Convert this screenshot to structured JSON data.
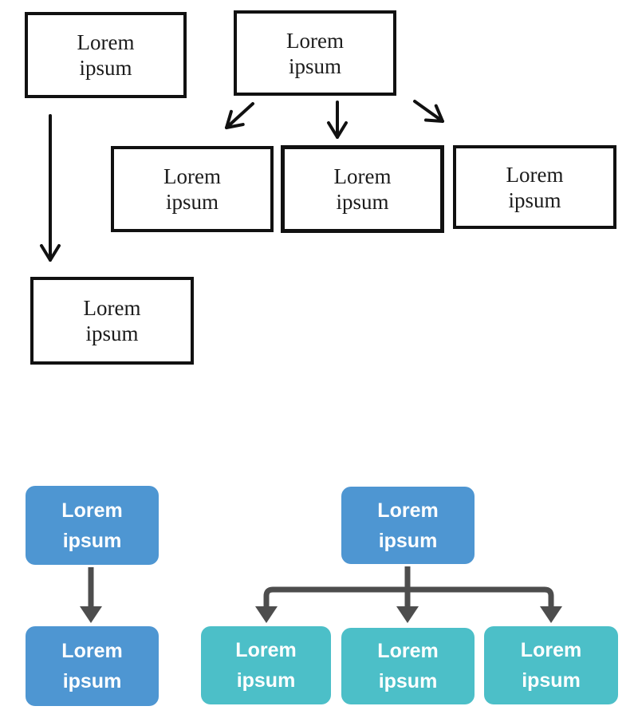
{
  "colors": {
    "outline_box_border": "#111111",
    "outline_box_fill": "#ffffff",
    "black_arrow": "#111111",
    "blue_fill": "#4e96d2",
    "teal_fill": "#4cbfc8",
    "gray_arrow": "#4d4d4d",
    "box_text_dark": "#1c1c1c",
    "box_text_light": "#ffffff"
  },
  "top_flowchart": {
    "style": "black-outlined rectangles, serif text, thin black arrows",
    "nodes": [
      {
        "id": "top-left",
        "label": "Lorem\nipsum"
      },
      {
        "id": "top-center",
        "label": "Lorem\nipsum"
      },
      {
        "id": "mid-left",
        "label": "Lorem\nipsum"
      },
      {
        "id": "mid-center",
        "label": "Lorem\nipsum"
      },
      {
        "id": "mid-right",
        "label": "Lorem\nipsum"
      },
      {
        "id": "lower-left",
        "label": "Lorem\nipsum"
      }
    ],
    "edges": [
      {
        "from": "top-left",
        "to": "lower-left"
      },
      {
        "from": "top-center",
        "to": "mid-left"
      },
      {
        "from": "top-center",
        "to": "mid-center"
      },
      {
        "from": "top-center",
        "to": "mid-right"
      }
    ]
  },
  "bottom_flowchart": {
    "style": "rounded filled rectangles, bold white sans text, thick gray arrows",
    "nodes": [
      {
        "id": "parent-left",
        "fill": "blue",
        "label": "Lorem\nipsum"
      },
      {
        "id": "child-left",
        "fill": "blue",
        "label": "Lorem\nipsum"
      },
      {
        "id": "parent-right",
        "fill": "blue",
        "label": "Lorem\nipsum"
      },
      {
        "id": "child-1",
        "fill": "teal",
        "label": "Lorem\nipsum"
      },
      {
        "id": "child-2",
        "fill": "teal",
        "label": "Lorem\nipsum"
      },
      {
        "id": "child-3",
        "fill": "teal",
        "label": "Lorem\nipsum"
      }
    ],
    "edges": [
      {
        "from": "parent-left",
        "to": "child-left"
      },
      {
        "from": "parent-right",
        "to": "child-1"
      },
      {
        "from": "parent-right",
        "to": "child-2"
      },
      {
        "from": "parent-right",
        "to": "child-3"
      }
    ]
  }
}
